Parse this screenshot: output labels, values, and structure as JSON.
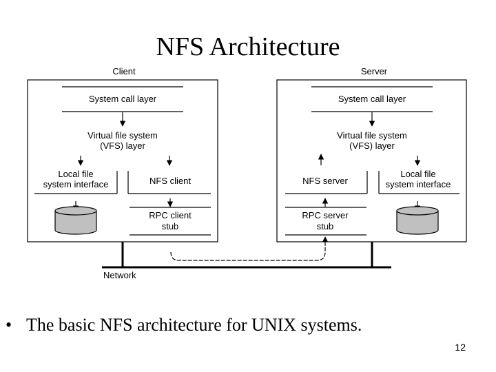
{
  "title": "NFS Architecture",
  "diagram": {
    "client_label": "Client",
    "server_label": "Server",
    "network_label": "Network",
    "client": {
      "syscall": "System call layer",
      "vfs_line1": "Virtual file system",
      "vfs_line2": "(VFS) layer",
      "local_line1": "Local file",
      "local_line2": "system interface",
      "nfs": "NFS client",
      "rpc_line1": "RPC client",
      "rpc_line2": "stub"
    },
    "server": {
      "syscall": "System call layer",
      "vfs_line1": "Virtual file system",
      "vfs_line2": "(VFS) layer",
      "local_line1": "Local file",
      "local_line2": "system interface",
      "nfs": "NFS server",
      "rpc_line1": "RPC server",
      "rpc_line2": "stub"
    }
  },
  "bullet": {
    "marker": "•",
    "text": "The basic NFS architecture for UNIX systems."
  },
  "page_number": "12",
  "colors": {
    "disk_fill": "#c0c0c0",
    "line": "#000000"
  }
}
